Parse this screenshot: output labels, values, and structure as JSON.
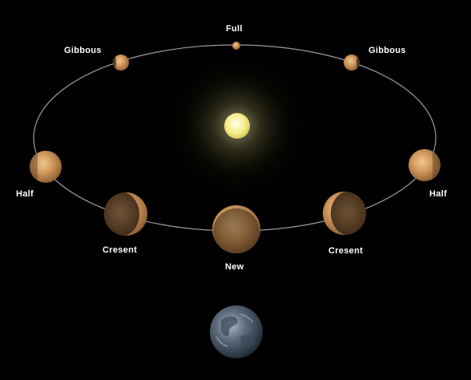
{
  "diagram": {
    "labels": {
      "full": "Full",
      "gibbous_left": "Gibbous",
      "gibbous_right": "Gibbous",
      "half_left": "Half",
      "half_right": "Half",
      "crescent_left": "Cresent",
      "crescent_right": "Cresent",
      "new": "New"
    },
    "colors": {
      "background": "#000000",
      "orbit": "#9a9a9a",
      "sun": "#f4f0a0",
      "venus": "#c8925a",
      "venus_dark": "#4a3520",
      "earth": "#5f6e80"
    },
    "icons": {
      "sun": "sun-icon",
      "earth": "earth-icon",
      "venus": "venus-planet-icon"
    }
  }
}
